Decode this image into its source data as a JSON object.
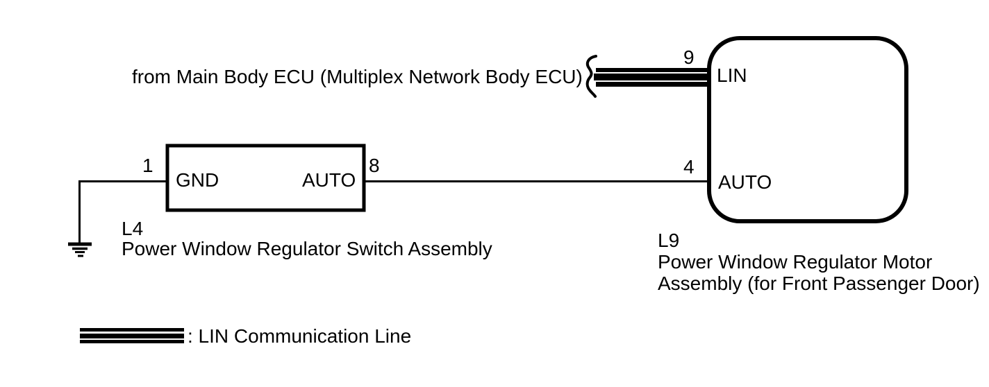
{
  "page": {
    "background_color": "#ffffff",
    "line_color": "#000000"
  },
  "diagram": {
    "source_note": "from Main Body ECU (Multiplex Network Body ECU)",
    "components": [
      {
        "code": "L4",
        "name": "Power Window Regulator Switch Assembly",
        "shape": "rectangle",
        "pins": [
          {
            "number": "1",
            "label": "GND"
          },
          {
            "number": "8",
            "label": "AUTO"
          }
        ]
      },
      {
        "code": "L9",
        "name_lines": [
          "Power Window Regulator Motor",
          "Assembly (for Front Passenger Door)"
        ],
        "shape": "rounded-rectangle",
        "pins": [
          {
            "number": "9",
            "label": "LIN"
          },
          {
            "number": "4",
            "label": "AUTO"
          }
        ]
      }
    ],
    "icons": {
      "ground": "earth-ground-symbol",
      "wire_break": "wire-continuation-squiggle",
      "lin_line_style": "thick-triple-stripe"
    },
    "legend": {
      "label": ": LIN Communication Line"
    }
  }
}
